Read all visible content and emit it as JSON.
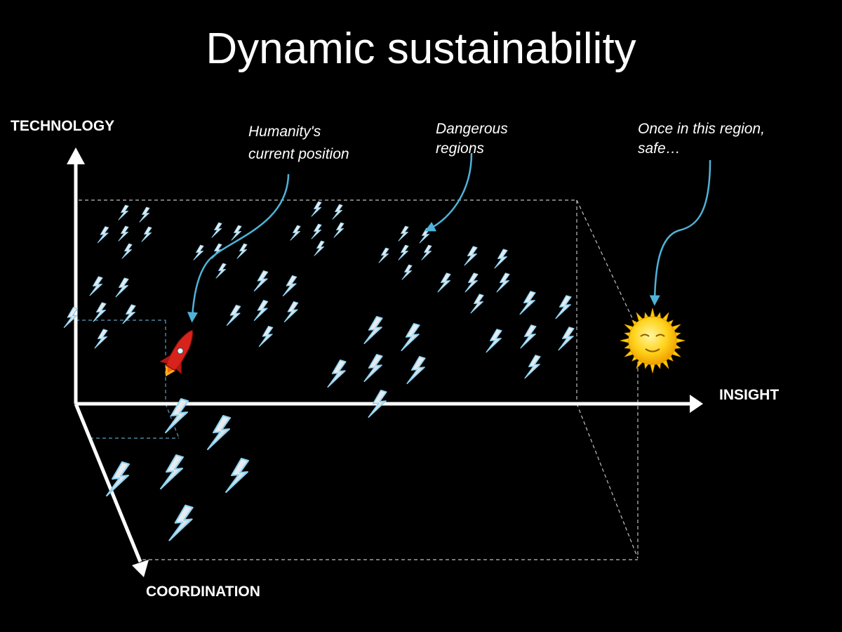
{
  "title": "Dynamic sustainability",
  "axes": {
    "technology": "TECHNOLOGY",
    "insight": "INSIGHT",
    "coordination": "COORDINATION"
  },
  "annotations": {
    "humanity": [
      "Humanity's",
      "current position"
    ],
    "dangerous": [
      "Dangerous",
      "regions"
    ],
    "safe": [
      "Once in this region,",
      "safe…"
    ]
  },
  "icons": {
    "hazard": "lightning-bolt-icon",
    "current": "rocket-icon",
    "goal": "sun-icon"
  },
  "colors": {
    "background": "#000000",
    "text": "#ffffff",
    "arrow": "#4fb3d9"
  }
}
